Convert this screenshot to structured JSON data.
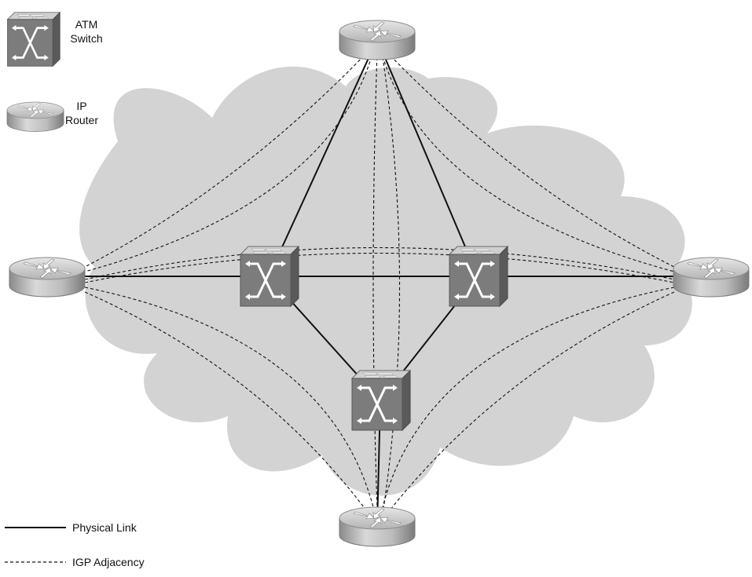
{
  "legend": {
    "atm_switch_label_line1": "ATM",
    "atm_switch_label_line2": "Switch",
    "ip_router_label_line1": "IP",
    "ip_router_label_line2": "Router",
    "physical_link_label": "Physical Link",
    "igp_adjacency_label": "IGP Adjacency"
  },
  "colors": {
    "cloud": "#d3d3d3",
    "physical_link": "#111111",
    "igp_adjacency": "#111111",
    "device_dark": "#6e6e6e",
    "device_light": "#c8c8c8"
  },
  "icons": {
    "atm_switch": "atm-switch-icon",
    "ip_router": "ip-router-icon"
  },
  "nodes": [
    {
      "id": "router-top",
      "type": "ip_router"
    },
    {
      "id": "router-left",
      "type": "ip_router"
    },
    {
      "id": "router-right",
      "type": "ip_router"
    },
    {
      "id": "router-bottom",
      "type": "ip_router"
    },
    {
      "id": "switch-left",
      "type": "atm_switch"
    },
    {
      "id": "switch-right",
      "type": "atm_switch"
    },
    {
      "id": "switch-bottom",
      "type": "atm_switch"
    }
  ],
  "physical_links": [
    [
      "router-left",
      "switch-left"
    ],
    [
      "switch-left",
      "switch-right"
    ],
    [
      "switch-right",
      "router-right"
    ],
    [
      "router-top",
      "switch-left"
    ],
    [
      "router-top",
      "switch-right"
    ],
    [
      "switch-left",
      "switch-bottom"
    ],
    [
      "switch-right",
      "switch-bottom"
    ],
    [
      "switch-bottom",
      "router-bottom"
    ]
  ],
  "igp_adjacencies": [
    [
      "router-top",
      "router-left"
    ],
    [
      "router-top",
      "router-right"
    ],
    [
      "router-top",
      "router-bottom"
    ],
    [
      "router-left",
      "router-right"
    ],
    [
      "router-left",
      "router-bottom"
    ],
    [
      "router-right",
      "router-bottom"
    ]
  ]
}
